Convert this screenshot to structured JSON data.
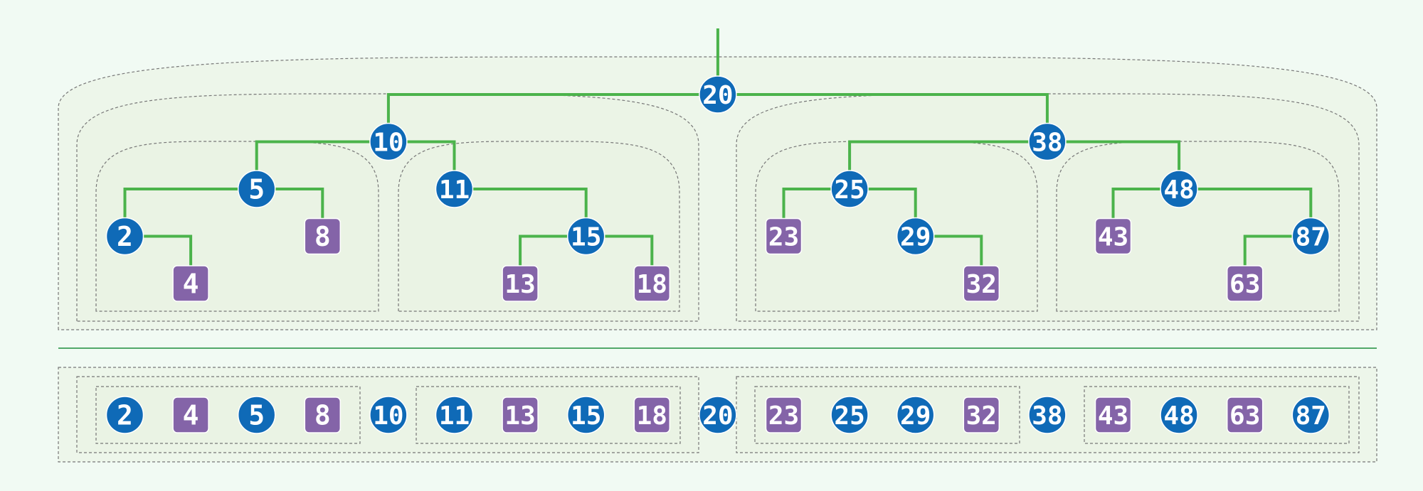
{
  "colors": {
    "background": "#f1faf3",
    "region_fill": "#eaf3e1",
    "region_stroke": "#777777",
    "edge": "#4bb34b",
    "divider": "#52a86a",
    "circle_node": "#0f6ab7",
    "square_node": "#8464a8",
    "node_text": "#ffffff"
  },
  "tree": {
    "root": "20",
    "nodes": [
      {
        "id": "20",
        "label": "20",
        "shape": "circle",
        "children": [
          "10",
          "38"
        ]
      },
      {
        "id": "10",
        "label": "10",
        "shape": "circle",
        "children": [
          "5",
          "11"
        ]
      },
      {
        "id": "38",
        "label": "38",
        "shape": "circle",
        "children": [
          "25",
          "48"
        ]
      },
      {
        "id": "5",
        "label": "5",
        "shape": "circle",
        "children": [
          "2",
          "8"
        ]
      },
      {
        "id": "11",
        "label": "11",
        "shape": "circle",
        "children": [
          "15"
        ]
      },
      {
        "id": "25",
        "label": "25",
        "shape": "circle",
        "children": [
          "23",
          "29"
        ]
      },
      {
        "id": "48",
        "label": "48",
        "shape": "circle",
        "children": [
          "43",
          "87"
        ]
      },
      {
        "id": "2",
        "label": "2",
        "shape": "circle",
        "children": [
          "4"
        ]
      },
      {
        "id": "8",
        "label": "8",
        "shape": "square",
        "children": []
      },
      {
        "id": "15",
        "label": "15",
        "shape": "circle",
        "children": [
          "13",
          "18"
        ]
      },
      {
        "id": "23",
        "label": "23",
        "shape": "square",
        "children": []
      },
      {
        "id": "29",
        "label": "29",
        "shape": "circle",
        "children": [
          "32"
        ]
      },
      {
        "id": "43",
        "label": "43",
        "shape": "square",
        "children": []
      },
      {
        "id": "87",
        "label": "87",
        "shape": "circle",
        "children": [
          "63"
        ]
      },
      {
        "id": "4",
        "label": "4",
        "shape": "square",
        "children": []
      },
      {
        "id": "13",
        "label": "13",
        "shape": "square",
        "children": []
      },
      {
        "id": "18",
        "label": "18",
        "shape": "square",
        "children": []
      },
      {
        "id": "32",
        "label": "32",
        "shape": "square",
        "children": []
      },
      {
        "id": "63",
        "label": "63",
        "shape": "square",
        "children": []
      }
    ]
  },
  "sequence": [
    {
      "label": "2",
      "shape": "circle"
    },
    {
      "label": "4",
      "shape": "square"
    },
    {
      "label": "5",
      "shape": "circle"
    },
    {
      "label": "8",
      "shape": "square"
    },
    {
      "label": "10",
      "shape": "circle"
    },
    {
      "label": "11",
      "shape": "circle"
    },
    {
      "label": "13",
      "shape": "square"
    },
    {
      "label": "15",
      "shape": "circle"
    },
    {
      "label": "18",
      "shape": "square"
    },
    {
      "label": "20",
      "shape": "circle"
    },
    {
      "label": "23",
      "shape": "square"
    },
    {
      "label": "25",
      "shape": "circle"
    },
    {
      "label": "29",
      "shape": "circle"
    },
    {
      "label": "32",
      "shape": "square"
    },
    {
      "label": "38",
      "shape": "circle"
    },
    {
      "label": "43",
      "shape": "square"
    },
    {
      "label": "48",
      "shape": "circle"
    },
    {
      "label": "63",
      "shape": "square"
    },
    {
      "label": "87",
      "shape": "circle"
    }
  ]
}
